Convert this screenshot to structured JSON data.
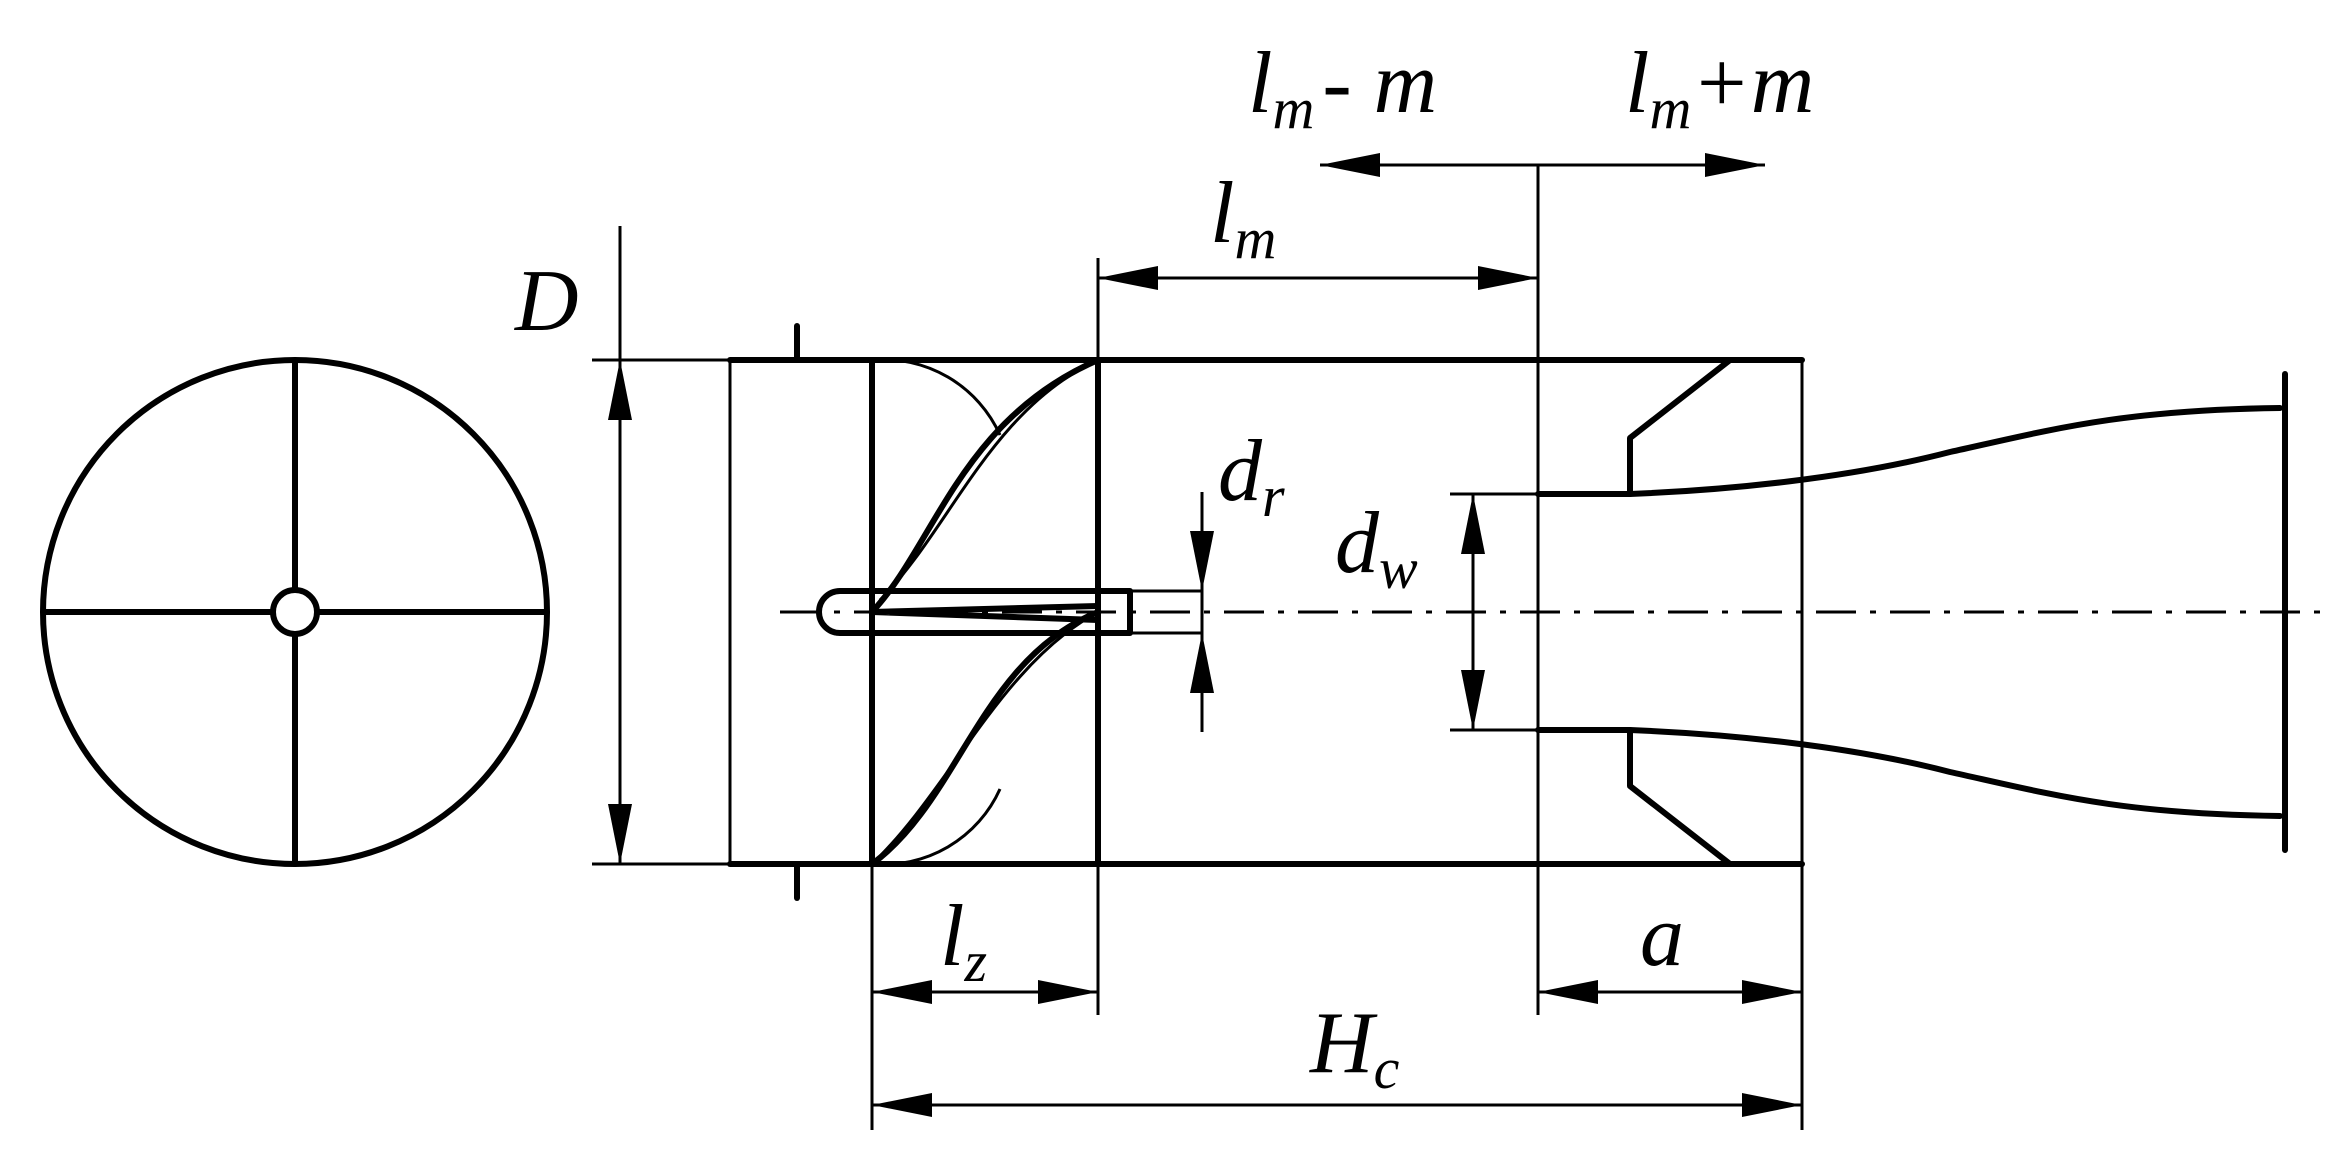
{
  "labels": {
    "D": "D",
    "dr": {
      "main": "d",
      "sub": "r"
    },
    "dw": {
      "main": "d",
      "sub": "w"
    },
    "lm": {
      "main": "l",
      "sub": "m"
    },
    "lm_minus_m": {
      "main": "l",
      "sub": "m",
      "rest": "- m"
    },
    "lm_plus_m": {
      "main": "l",
      "sub": "m",
      "rest": "+m"
    },
    "lz": {
      "main": "l",
      "sub": "z"
    },
    "a": "a",
    "Hc": {
      "main": "H",
      "sub": "c"
    }
  }
}
